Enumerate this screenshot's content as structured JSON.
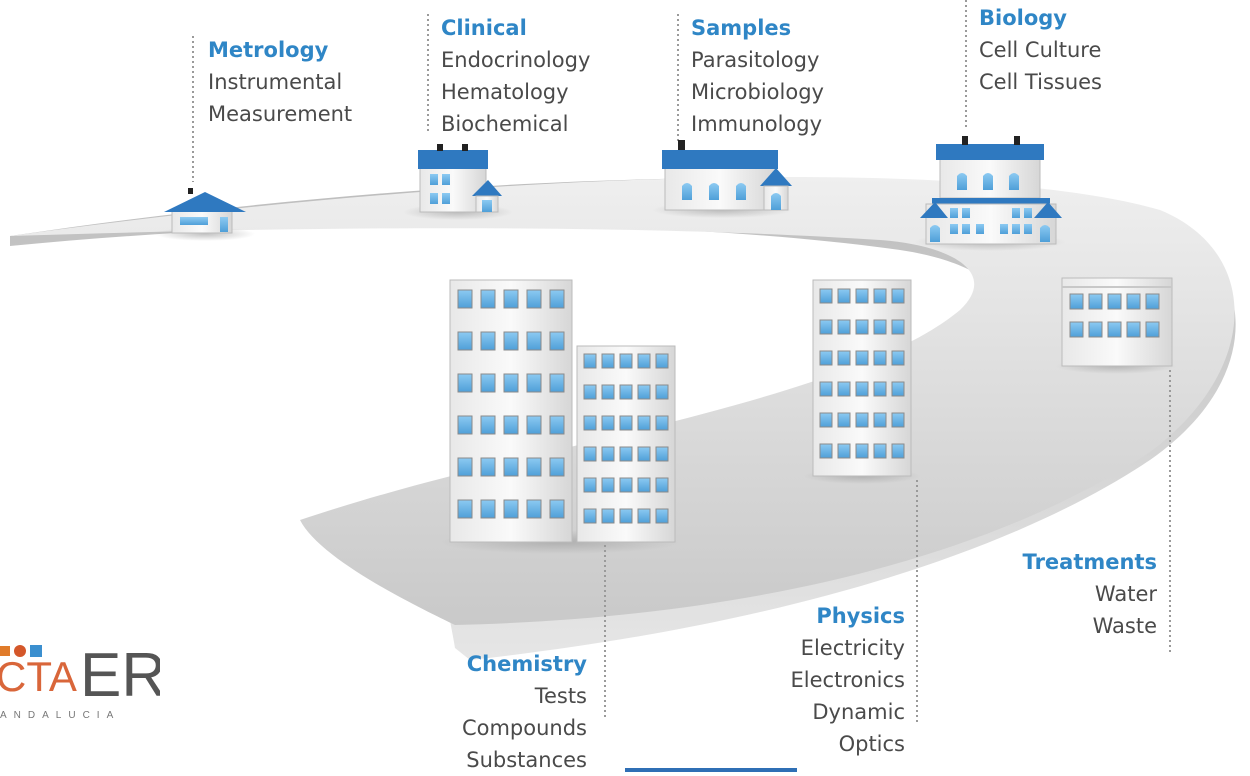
{
  "categories": {
    "metrology": {
      "title": "Metrology",
      "items": [
        "Instrumental",
        "Measurement"
      ]
    },
    "clinical": {
      "title": "Clinical",
      "items": [
        "Endocrinology",
        "Hematology",
        "Biochemical"
      ]
    },
    "samples": {
      "title": "Samples",
      "items": [
        "Parasitology",
        "Microbiology",
        "Immunology"
      ]
    },
    "biology": {
      "title": "Biology",
      "items": [
        "Cell Culture",
        "Cell Tissues"
      ]
    },
    "treatments": {
      "title": "Treatments",
      "items": [
        "Water",
        "Waste"
      ]
    },
    "physics": {
      "title": "Physics",
      "items": [
        "Electricity",
        "Electronics",
        "Dynamic",
        "Optics"
      ]
    },
    "chemistry": {
      "title": "Chemistry",
      "items": [
        "Tests",
        "Compounds",
        "Substances"
      ]
    }
  },
  "logo": {
    "wordmark": "CTAER",
    "subtitle": "ANDALUCIA"
  },
  "colors": {
    "accent": "#2f86c6",
    "text": "#4a4a4a",
    "road": "#d9d9d9",
    "window": "#6fb6e8",
    "roof": "#2f79c0"
  }
}
